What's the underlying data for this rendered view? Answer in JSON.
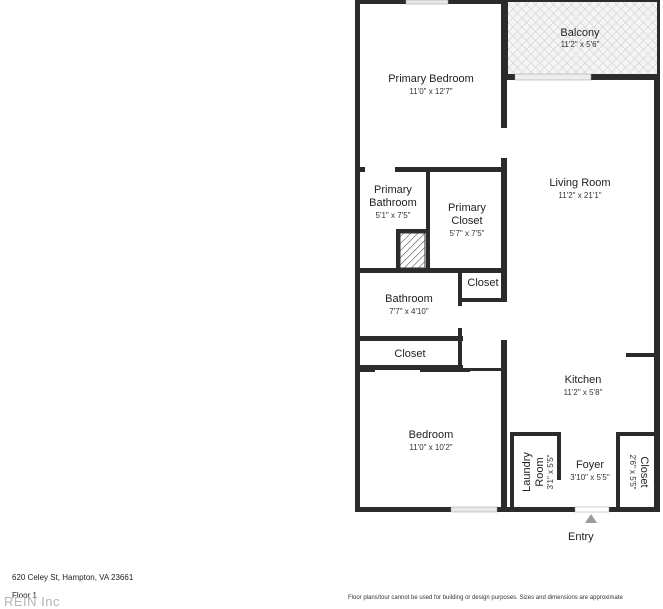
{
  "rooms": {
    "balcony": {
      "name": "Balcony",
      "dims": "11'2\" x 5'6\""
    },
    "primary_bedroom": {
      "name": "Primary Bedroom",
      "dims": "11'0\" x 12'7\""
    },
    "living_room": {
      "name": "Living Room",
      "dims": "11'2\" x 21'1\""
    },
    "primary_bathroom": {
      "name_line1": "Primary",
      "name_line2": "Bathroom",
      "dims": "5'1\" x 7'5\""
    },
    "primary_closet": {
      "name_line1": "Primary",
      "name_line2": "Closet",
      "dims": "5'7\" x 7'5\""
    },
    "closet_small": {
      "name": "Closet"
    },
    "bathroom": {
      "name": "Bathroom",
      "dims": "7'7\" x 4'10\""
    },
    "closet_hall": {
      "name": "Closet"
    },
    "kitchen": {
      "name": "Kitchen",
      "dims": "11'2\" x 5'8\""
    },
    "bedroom": {
      "name": "Bedroom",
      "dims": "11'0\" x 10'2\""
    },
    "laundry": {
      "name_line1": "Laundry",
      "name_line2": "Room",
      "dims": "3'1\" x 5'5\""
    },
    "foyer": {
      "name": "Foyer",
      "dims": "3'10\" x 5'5\""
    },
    "closet_entry": {
      "name": "Closet",
      "dims": "2'6\" x 5'5\""
    }
  },
  "entry": {
    "label": "Entry"
  },
  "footer": {
    "address": "620 Celey St, Hampton, VA 23661",
    "floor": "Floor 1",
    "disclaimer": "Floor plans/tour cannot be used for building or design purposes. Sizes and dimensions are approximate",
    "logo": "REIN Inc"
  }
}
